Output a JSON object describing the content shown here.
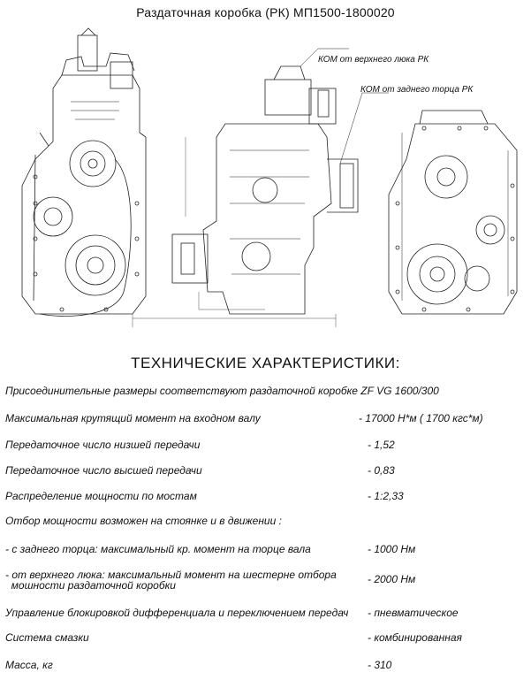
{
  "title": "Раздаточная коробка (РК) МП1500-1800020",
  "drawing": {
    "callout_top_hatch": "КОМ от верхнего люка РК",
    "callout_rear_face": "КОМ от заднего торца РК"
  },
  "specs_heading": "ТЕХНИЧЕСКИЕ ХАРАКТЕРИСТИКИ:",
  "specs": {
    "mounting": "Присоединительные размеры соответствуют раздаточной коробке ZF VG 1600/300",
    "torque_label": "Максимальная крутящий момент на входном валу",
    "torque_value": "-  17000 Н*м ( 1700 кгс*м)",
    "low_ratio_label": "Передаточное число низшей передачи",
    "low_ratio_value": "- 1,52",
    "high_ratio_label": "Передаточное число высшей передачи",
    "high_ratio_value": "- 0,83",
    "distribution_label": "Распределение мощности по мостам",
    "distribution_value": "- 1:2,33",
    "pto_heading": "Отбор мощности возможен на стоянке и в движении :",
    "rear_pto_label": "- с заднего торца: максимальный кр. момент на торце вала",
    "rear_pto_value": "- 1000 Нм",
    "top_pto_label_1": "- от верхнего люка: максимальный момент на шестерне отбора",
    "top_pto_label_2": "  мошности раздаточной коробки",
    "top_pto_value": "- 2000 Нм",
    "control_label": "Управление блокировкой дифференциала и переключением передач",
    "control_value": "- пневматическое",
    "lube_label": "Система смазки",
    "lube_value": "- комбинированная",
    "mass_label": "Масса, кг",
    "mass_value": "- 310"
  }
}
